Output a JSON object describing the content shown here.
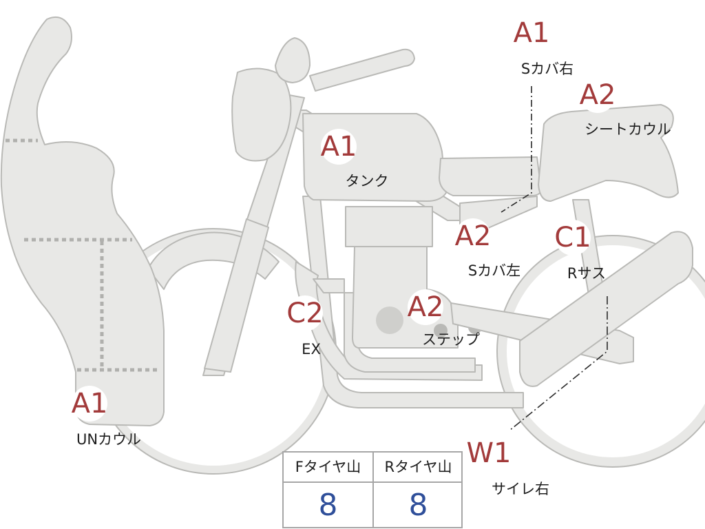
{
  "badges": [
    {
      "id": "s-cover-right",
      "code": "A1",
      "label": "Sカバ右"
    },
    {
      "id": "seat-cowl",
      "code": "A2",
      "label": "シートカウル"
    },
    {
      "id": "tank",
      "code": "A1",
      "label": "タンク"
    },
    {
      "id": "s-cover-left",
      "code": "A2",
      "label": "Sカバ左"
    },
    {
      "id": "r-sus",
      "code": "C1",
      "label": "Rサス"
    },
    {
      "id": "ex",
      "code": "C2",
      "label": "EX"
    },
    {
      "id": "step",
      "code": "A2",
      "label": "ステップ"
    },
    {
      "id": "under-cowl",
      "code": "A1",
      "label": "UNカウル"
    },
    {
      "id": "silencer-right",
      "code": "W1",
      "label": "サイレ右"
    }
  ],
  "tire_table": {
    "front_label": "Fタイヤ山",
    "front_value": "8",
    "rear_label": "Rタイヤ山",
    "rear_value": "8"
  },
  "colors": {
    "code_text": "#a23a3a",
    "value_text": "#2f4f9a",
    "part_fill": "#e8e8e6"
  }
}
